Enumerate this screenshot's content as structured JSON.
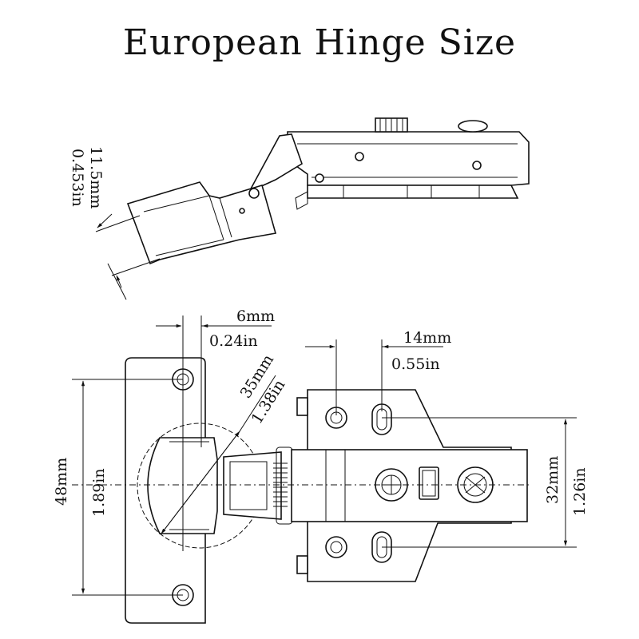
{
  "title": "European Hinge Size",
  "dimensions": {
    "cup_offset": {
      "mm": "11.5mm",
      "in": "0.453in"
    },
    "edge_distance": {
      "mm": "6mm",
      "in": "0.24in"
    },
    "cup_diameter": {
      "mm": "35mm",
      "in": "1.38in"
    },
    "screw_hole_spacing": {
      "mm": "14mm",
      "in": "0.55in"
    },
    "cup_plate_height": {
      "mm": "48mm",
      "in": "1.89in"
    },
    "mounting_plate_spacing": {
      "mm": "32mm",
      "in": "1.26in"
    }
  }
}
